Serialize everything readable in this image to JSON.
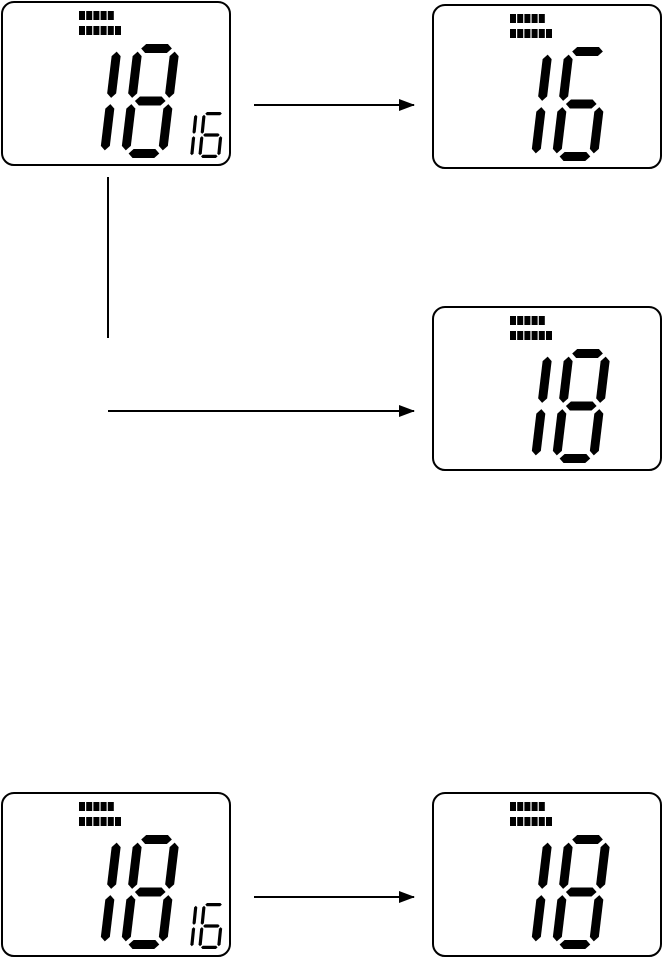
{
  "palette": {
    "ink": "#000000",
    "paper": "#ffffff"
  },
  "displays": [
    {
      "id": "display-1",
      "main": "18",
      "sub": "16",
      "bars": [
        5,
        6
      ]
    },
    {
      "id": "display-2",
      "main": "16",
      "sub": "",
      "bars": [
        5,
        6
      ]
    },
    {
      "id": "display-3",
      "main": "18",
      "sub": "",
      "bars": [
        5,
        6
      ]
    },
    {
      "id": "display-4",
      "main": "18",
      "sub": "16",
      "bars": [
        5,
        6
      ]
    },
    {
      "id": "display-5",
      "main": "18",
      "sub": "",
      "bars": [
        5,
        6
      ]
    }
  ],
  "connectors": [
    {
      "id": "arrow-1-to-2",
      "from": "display-1",
      "to": "display-2"
    },
    {
      "id": "branch-1-to-3",
      "from": "display-1",
      "to": "display-3"
    },
    {
      "id": "arrow-4-to-5",
      "from": "display-4",
      "to": "display-5"
    }
  ]
}
